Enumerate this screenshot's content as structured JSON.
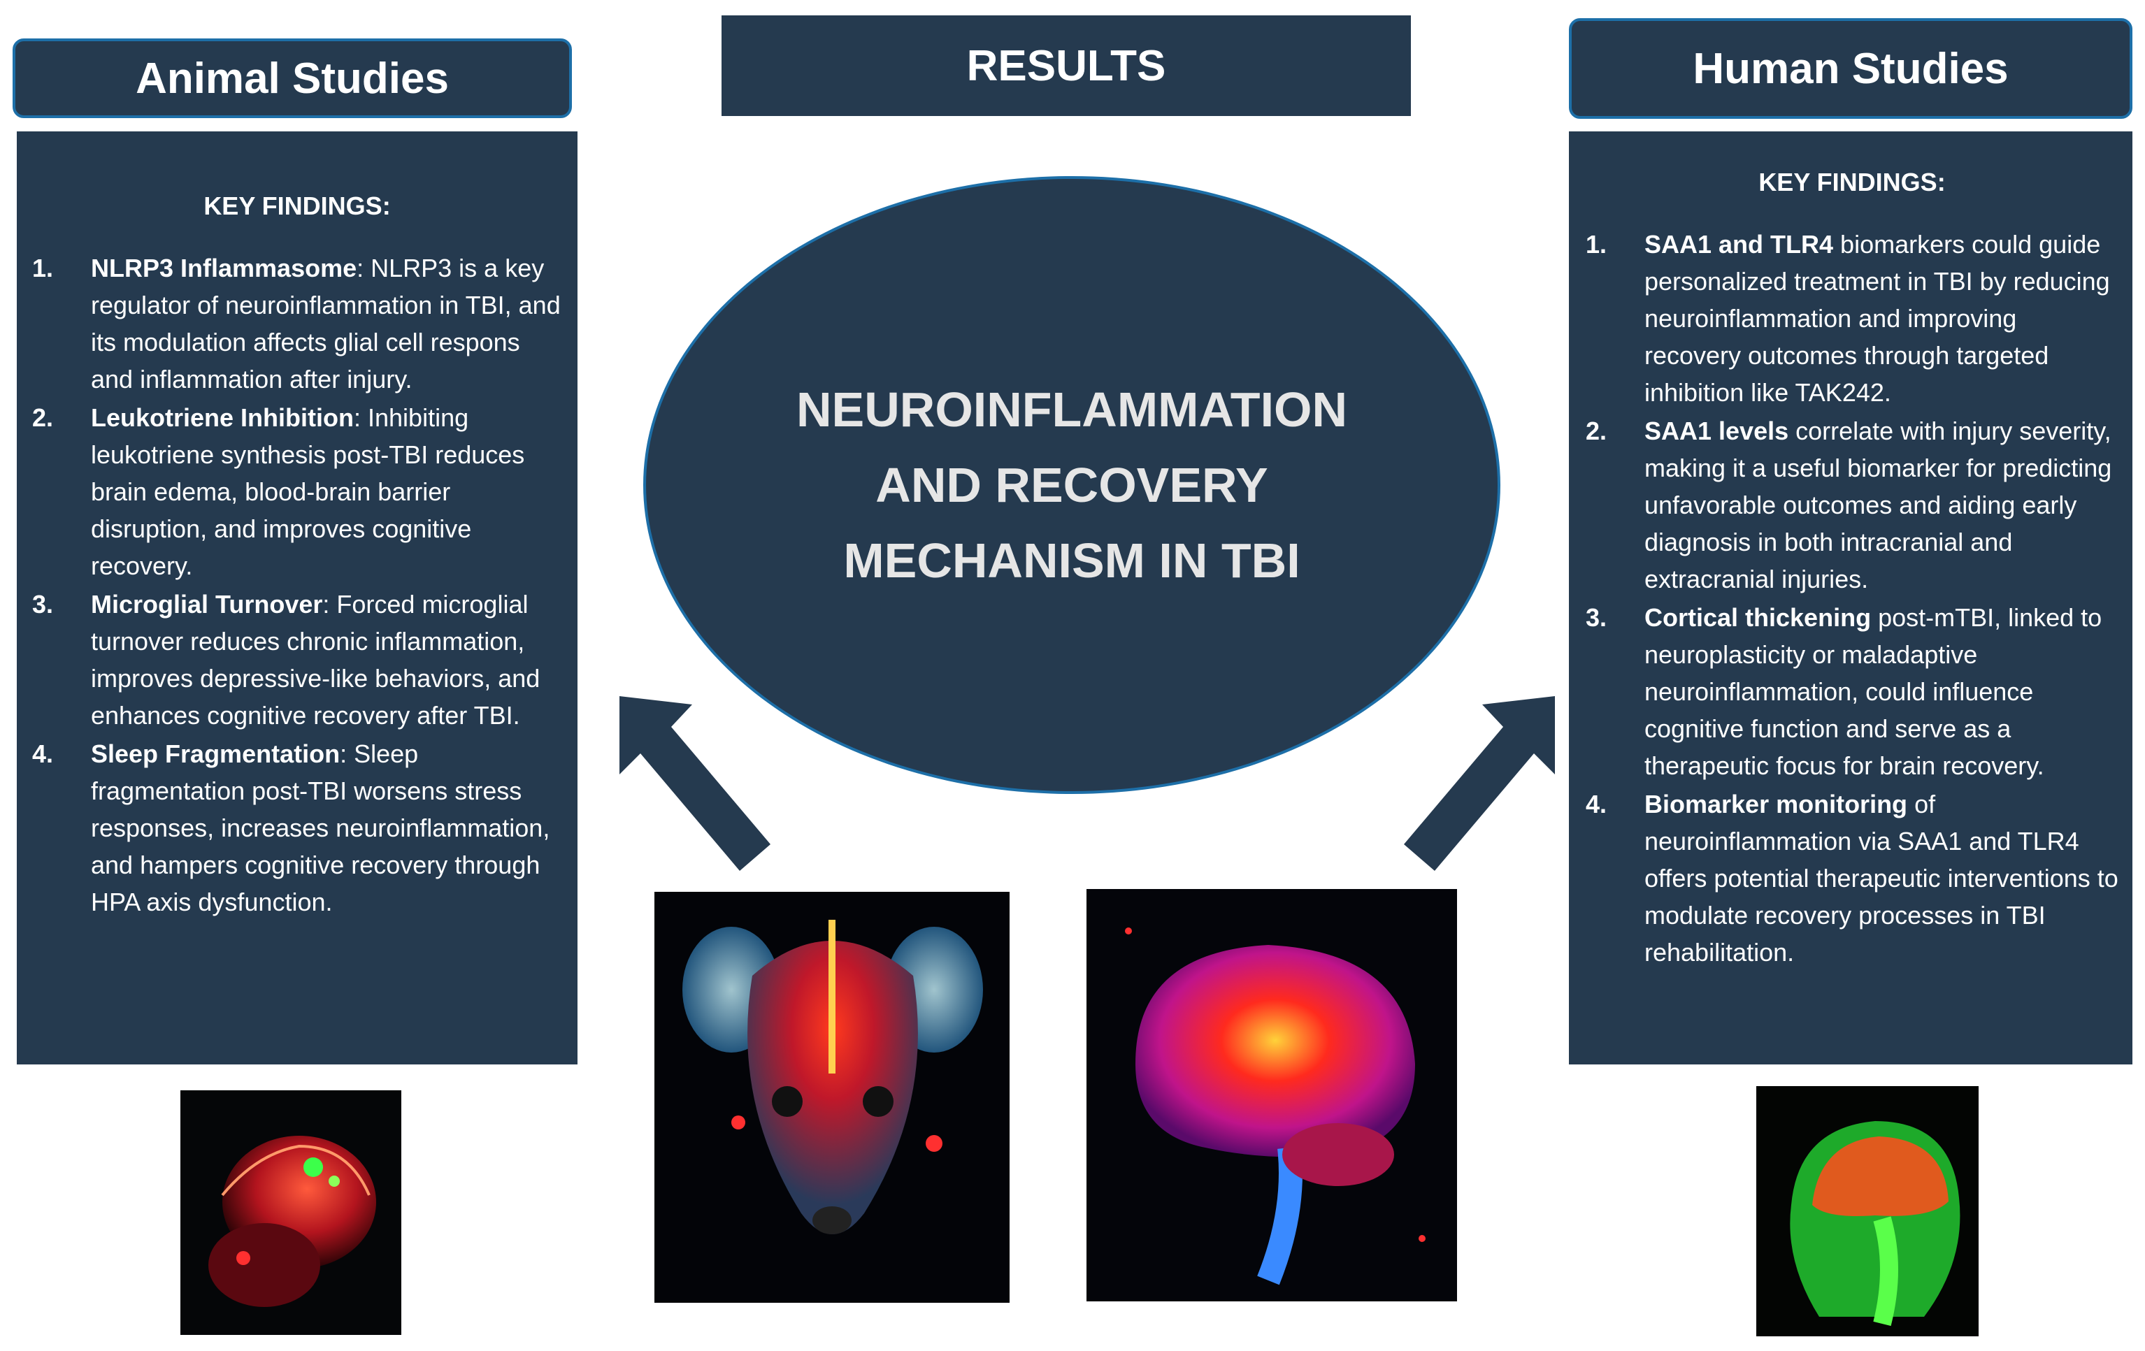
{
  "headers": {
    "animal": "Animal Studies",
    "results": "RESULTS",
    "human": "Human Studies"
  },
  "center": {
    "line1": "NEUROINFLAMMATION",
    "line2": "AND RECOVERY",
    "line3": "MECHANISM IN TBI"
  },
  "animal_panel": {
    "title": "KEY FINDINGS:",
    "items": [
      {
        "num": "1.",
        "bold": "NLRP3 Inflammasome",
        "text": ": NLRP3 is a key regulator of neuroinflammation in TBI, and its modulation affects glial cell respons and inflammation after injury."
      },
      {
        "num": "2.",
        "bold": "Leukotriene Inhibition",
        "text": ": Inhibiting leukotriene synthesis post-TBI reduces brain edema, blood-brain barrier disruption, and improves cognitive recovery."
      },
      {
        "num": "3.",
        "bold": "Microglial Turnover",
        "text": ": Forced microglial turnover reduces chronic inflammation, improves depressive-like behaviors, and enhances cognitive recovery after TBI."
      },
      {
        "num": "4.",
        "bold": "Sleep Fragmentation",
        "text": ": Sleep fragmentation post-TBI worsens stress responses, increases neuroinflammation, and hampers cognitive recovery through HPA axis dysfunction."
      }
    ]
  },
  "human_panel": {
    "title": "KEY FINDINGS:",
    "items": [
      {
        "num": "1.",
        "bold": "SAA1 and TLR4",
        "text": " biomarkers could guide personalized treatment in TBI by reducing neuroinflammation and improving recovery outcomes through targeted inhibition like TAK242."
      },
      {
        "num": "2.",
        "bold": "SAA1 levels",
        "text": " correlate with injury severity, making it a useful biomarker for predicting unfavorable outcomes and aiding early diagnosis in both intracranial and extracranial injuries."
      },
      {
        "num": "3.",
        "bold": "Cortical thickening",
        "text": " post-mTBI, linked to neuroplasticity or maladaptive neuroinflammation, could influence cognitive function and serve as a therapeutic focus for brain recovery."
      },
      {
        "num": "4.",
        "bold": "Biomarker monitoring",
        "text": " of neuroinflammation via SAA1 and TLR4 offers potential therapeutic interventions to modulate recovery processes in TBI rehabilitation."
      }
    ]
  },
  "colors": {
    "panel": "#253a4f",
    "border": "#1d6fa8",
    "text": "#ffffff"
  },
  "images": {
    "small_mouse": "glowing-mouse-brain-image",
    "large_mouse": "glowing-rat-head-image",
    "brain": "glowing-human-brain-image",
    "head_scan": "human-head-brain-scan-image"
  }
}
